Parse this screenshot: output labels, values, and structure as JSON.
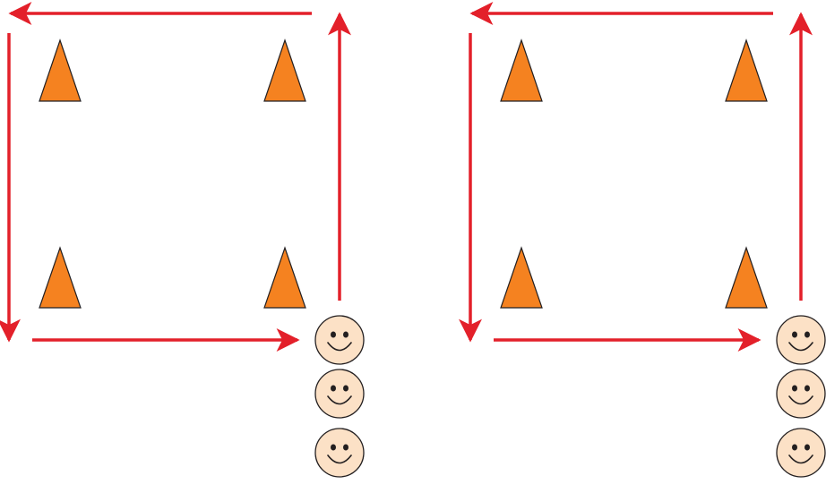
{
  "colors": {
    "arrow": "#e3202a",
    "cone_fill": "#f58220",
    "cone_stroke": "#231f20",
    "face_fill": "#fce1c6",
    "face_stroke": "#231f20",
    "background": "#ffffff"
  },
  "icons": {
    "cone": "traffic-cone-icon",
    "player": "smiley-face-icon",
    "arrow": "arrow-icon"
  },
  "drills": [
    {
      "id": "drill-left",
      "cones": 4,
      "players": 3,
      "circuit": [
        "up",
        "left",
        "down",
        "right"
      ]
    },
    {
      "id": "drill-right",
      "cones": 4,
      "players": 3,
      "circuit": [
        "up",
        "left",
        "down",
        "right"
      ]
    }
  ]
}
